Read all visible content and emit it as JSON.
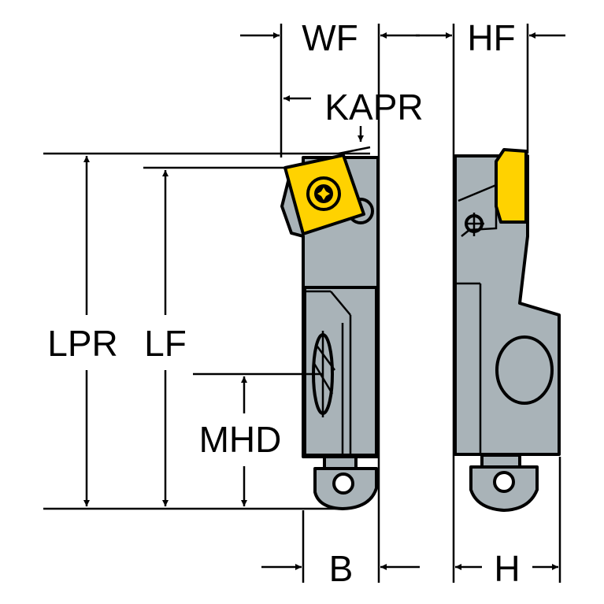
{
  "labels": {
    "wf": "WF",
    "hf": "HF",
    "kapr": "KAPR",
    "lpr": "LPR",
    "lf": "LF",
    "mhd": "MHD",
    "b": "B",
    "h": "H"
  },
  "colors": {
    "body": "#a9b3b8",
    "insert": "#ffd200",
    "outline": "#000000",
    "background": "#ffffff"
  },
  "icons": {
    "insert_screw": "torx-screw-icon",
    "coolant_nozzle": "coolant-nozzle-icon"
  }
}
